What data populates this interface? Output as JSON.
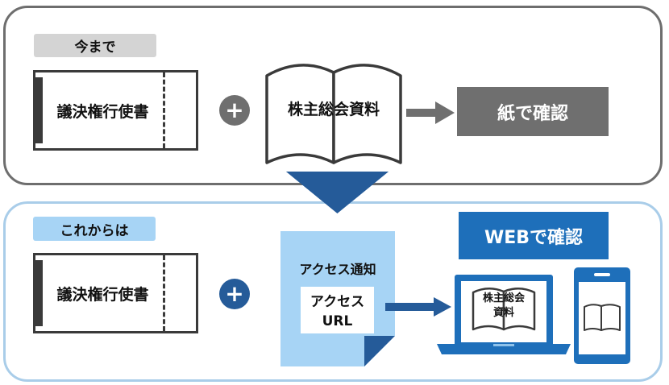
{
  "before": {
    "tag": "今まで",
    "ticket_label": "議決権行使書",
    "plus": "+",
    "book_label": "株主総会資料",
    "result": "紙で確認"
  },
  "after": {
    "tag": "これからは",
    "ticket_label": "議決権行使書",
    "plus": "+",
    "notice_title": "アクセス通知",
    "notice_box_line1": "アクセス",
    "notice_box_line2": "URL",
    "result": "WEBで確認",
    "laptop_line1": "株主総会",
    "laptop_line2": "資料"
  },
  "colors": {
    "gray_frame": "#6e6e6e",
    "gray_tag": "#d4d4d4",
    "gray_dark": "#6f6f6f",
    "blue_frame": "#a9cde9",
    "blue_tag": "#a7d4f5",
    "blue_primary": "#1e6fba",
    "blue_navy": "#255b99",
    "ticket_dark": "#3a3a3a"
  }
}
